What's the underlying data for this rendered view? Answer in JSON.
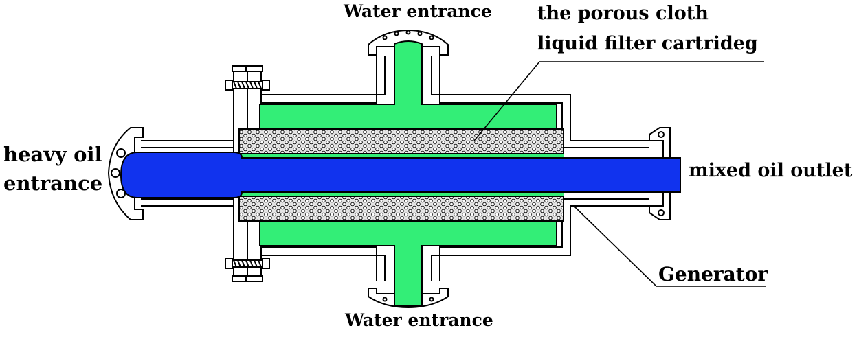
{
  "labels": {
    "water_entrance_top": "Water entrance",
    "water_entrance_bottom": "Water entrance",
    "porous_cloth_line1": "the porous cloth",
    "porous_cloth_line2": "liquid filter cartrideg",
    "heavy_oil_line1": "heavy oil",
    "heavy_oil_line2": "entrance",
    "mixed_oil_outlet": "mixed oil outlet",
    "generator": "Generator"
  },
  "colors": {
    "water": "#33ee77",
    "oil": "#1133ee",
    "outline": "#000000",
    "background": "#ffffff",
    "cartridge_fill": "#e8e8e8"
  }
}
